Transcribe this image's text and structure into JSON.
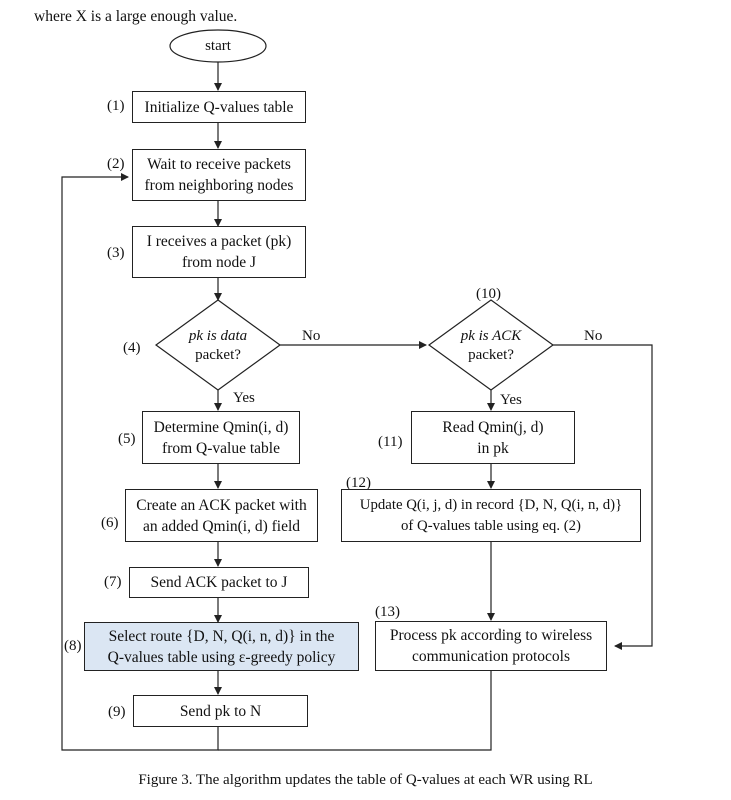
{
  "top_text": "where X is a large enough value.",
  "start_label": "start",
  "steps": {
    "s1": {
      "num": "(1)",
      "text": "Initialize Q-values table"
    },
    "s2": {
      "num": "(2)",
      "line1": "Wait to receive packets",
      "line2": "from neighboring nodes"
    },
    "s3": {
      "num": "(3)",
      "line1": "I receives a packet (pk)",
      "line2": "from node J"
    },
    "s4": {
      "num": "(4)",
      "line1": "pk is data",
      "line2": "packet?"
    },
    "s5": {
      "num": "(5)",
      "line1": "Determine Qmin(i, d)",
      "line2": "from Q-value table"
    },
    "s6": {
      "num": "(6)",
      "line1": "Create an ACK packet with",
      "line2": "an added Qmin(i, d) field"
    },
    "s7": {
      "num": "(7)",
      "text": "Send ACK packet to J"
    },
    "s8": {
      "num": "(8)",
      "line1": "Select route {D, N, Q(i, n, d)} in the",
      "line2": "Q-values table using ε-greedy policy"
    },
    "s9": {
      "num": "(9)",
      "text": "Send pk to N"
    },
    "s10": {
      "num": "(10)",
      "line1": "pk is ACK",
      "line2": "packet?"
    },
    "s11": {
      "num": "(11)",
      "line1": "Read Qmin(j, d)",
      "line2": "in pk"
    },
    "s12": {
      "num": "(12)",
      "line1": "Update Q(i, j, d) in record {D, N, Q(i, n, d)}",
      "line2": "of Q-values table using eq. (2)"
    },
    "s13": {
      "num": "(13)",
      "line1": "Process pk according to wireless",
      "line2": "communication protocols"
    }
  },
  "edge_labels": {
    "no1": "No",
    "yes1": "Yes",
    "no2": "No",
    "yes2": "Yes"
  },
  "caption": "Figure 3. The algorithm updates the table of Q-values at each WR using RL",
  "colors": {
    "highlight_fill": "#dbe6f3",
    "line": "#222222"
  }
}
